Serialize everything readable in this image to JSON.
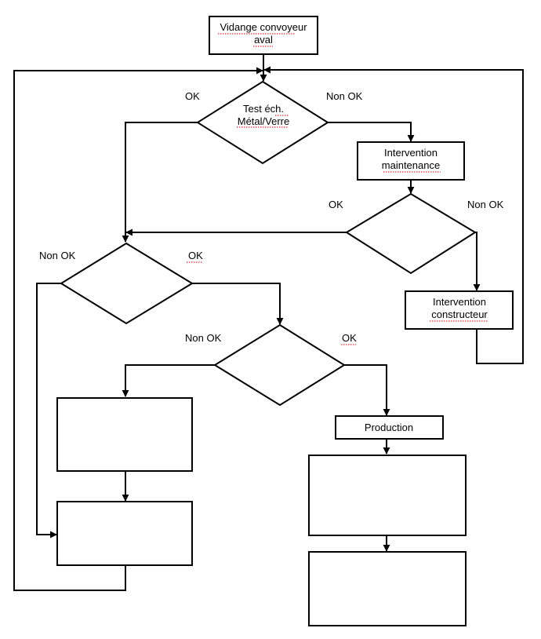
{
  "nodes": {
    "vidange": {
      "line1": "Vidange convoyeur",
      "line2": "aval"
    },
    "test": {
      "line1": "Test éch.",
      "line2": "Métal/Verre"
    },
    "intervention_maintenance": {
      "line1": "Intervention",
      "line2": "maintenance"
    },
    "intervention_constructeur": {
      "line1": "Intervention",
      "line2": "constructeur"
    },
    "production": {
      "label": "Production"
    }
  },
  "edge_labels": {
    "test_ok": "OK",
    "test_non_ok": "Non OK",
    "d2_ok": "OK",
    "d2_non_ok": "Non OK",
    "d3_non_ok": "Non OK",
    "d3_ok": "OK",
    "d4_non_ok": "Non OK",
    "d4_ok": "OK"
  }
}
